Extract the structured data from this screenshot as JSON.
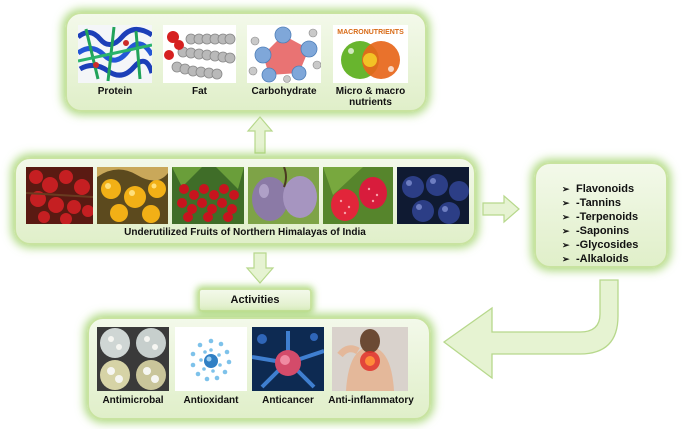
{
  "nutrients": {
    "items": [
      {
        "label": "Protein"
      },
      {
        "label": "Fat"
      },
      {
        "label": "Carbohydrate"
      },
      {
        "label": "Micro & macro nutrients"
      }
    ],
    "logo_text": "MACRONUTRIENTS"
  },
  "fruits": {
    "caption": "Underutilized Fruits of Northern Himalayas of India"
  },
  "compounds": {
    "items": [
      "Flavonoids",
      "-Tannins",
      "-Terpenoids",
      "-Saponins",
      "-Glycosides",
      "-Alkaloids"
    ]
  },
  "activities": {
    "label": "Activities",
    "items": [
      {
        "label": "Antimicrobal"
      },
      {
        "label": "Antioxidant"
      },
      {
        "label": "Anticancer"
      },
      {
        "label": "Anti-inflammatory"
      }
    ]
  },
  "colors": {
    "panel_glow": "#96cd5a",
    "arrow_fill": "#e6f3d2",
    "arrow_stroke": "#b7d88c"
  }
}
